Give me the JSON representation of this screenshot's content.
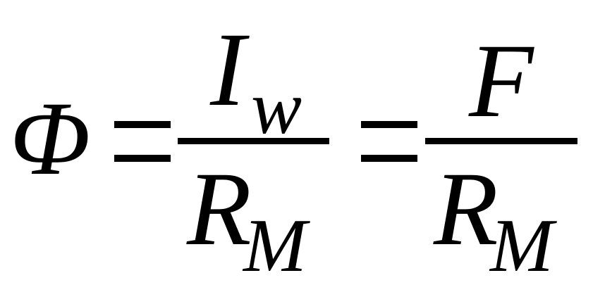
{
  "formula": {
    "lhs": "Φ",
    "term1": {
      "numerator": {
        "base": "I",
        "subscript": "w"
      },
      "denominator": {
        "base": "R",
        "subscript": "M"
      }
    },
    "term2": {
      "numerator": {
        "base": "F"
      },
      "denominator": {
        "base": "R",
        "subscript": "M"
      }
    }
  }
}
